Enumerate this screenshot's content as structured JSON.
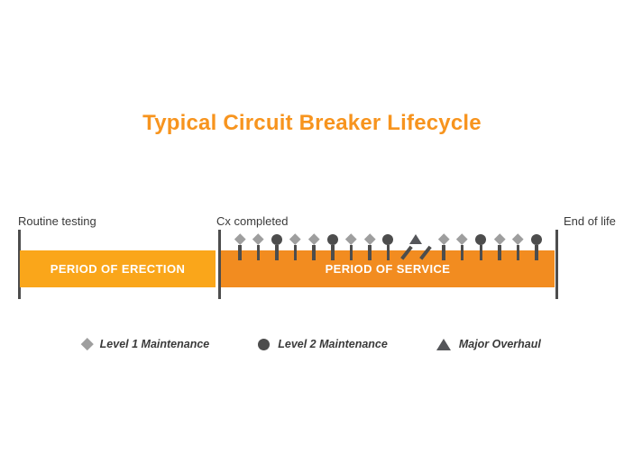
{
  "title": "Typical Circuit Breaker Lifecycle",
  "milestones": [
    {
      "id": "routine-testing",
      "label": "Routine testing"
    },
    {
      "id": "cx-completed",
      "label": "Cx completed"
    },
    {
      "id": "end-of-life",
      "label": "End of life"
    }
  ],
  "periods": [
    {
      "id": "erection",
      "label": "PERIOD OF ERECTION"
    },
    {
      "id": "service",
      "label": "PERIOD OF SERVICE"
    }
  ],
  "service_events": [
    "level1",
    "level1",
    "level2",
    "level1",
    "level1",
    "level2",
    "level1",
    "level1",
    "level2",
    "overhaul",
    "tilted",
    "level1",
    "level1",
    "level2",
    "level1",
    "level1",
    "level2"
  ],
  "legend": [
    {
      "symbol": "diamond",
      "label": "Level 1 Maintenance"
    },
    {
      "symbol": "circle",
      "label": "Level 2 Maintenance"
    },
    {
      "symbol": "triangle",
      "label": "Major Overhaul"
    }
  ],
  "colors": {
    "title": "#F7941E",
    "erection_bar": "#FAA61A",
    "service_bar": "#F28C20",
    "level1": "#9E9E9E",
    "level2": "#4D4D4D",
    "overhaul": "#55565A",
    "tick": "#4D4D4D",
    "line": "#4D4D4D",
    "text": "#3A3A3A"
  }
}
